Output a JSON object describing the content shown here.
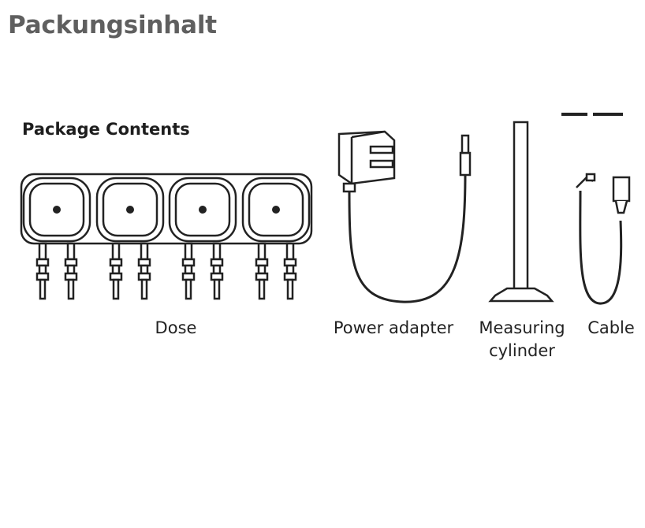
{
  "heading": "Packungsinhalt",
  "figure": {
    "title": "Package Contents",
    "items": [
      {
        "label": "Dose"
      },
      {
        "label": "Power adapter"
      },
      {
        "label": "Measuring cylinder"
      },
      {
        "label": "Cable"
      }
    ]
  }
}
